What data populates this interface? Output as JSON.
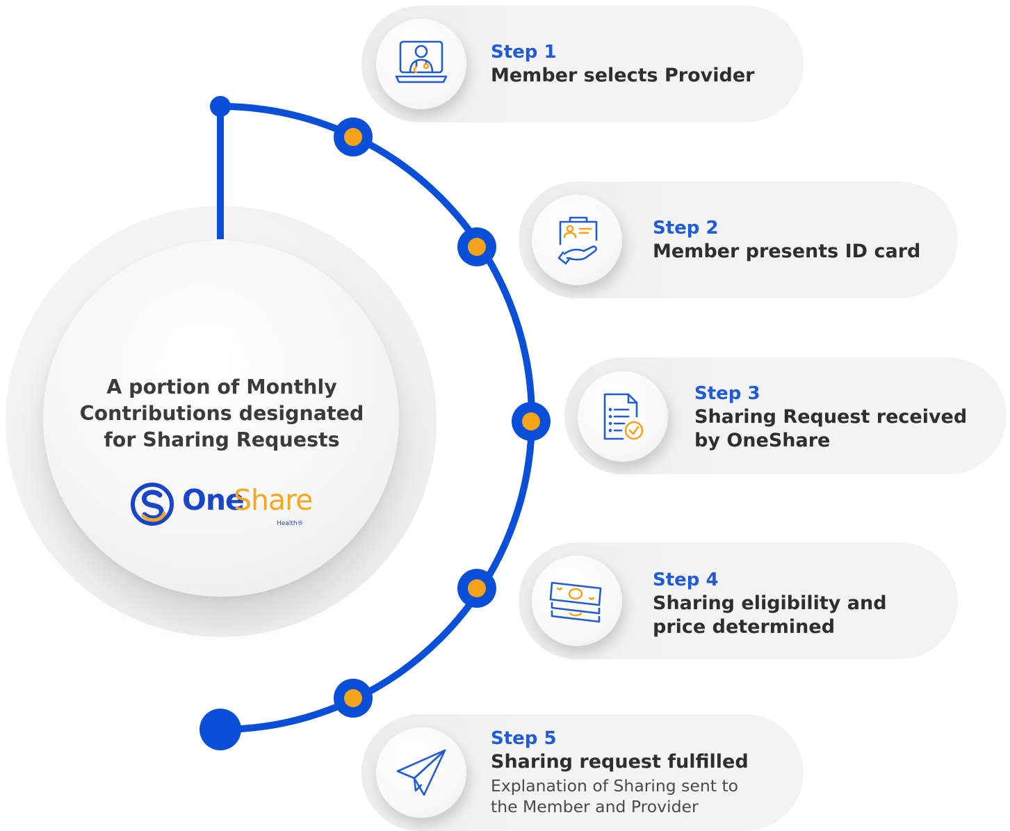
{
  "center": {
    "text": "A portion of Monthly\nContributions designated\nfor Sharing Requests",
    "logo": {
      "part1": "One",
      "part2": "Share",
      "sub": "Health®"
    }
  },
  "steps": [
    {
      "label": "Step 1",
      "title": "Member selects Provider",
      "desc": "",
      "icon": "doctor-laptop-icon"
    },
    {
      "label": "Step 2",
      "title": "Member presents ID card",
      "desc": "",
      "icon": "id-card-hand-icon"
    },
    {
      "label": "Step 3",
      "title": "Sharing Request received\nby OneShare",
      "desc": "",
      "icon": "document-check-icon"
    },
    {
      "label": "Step 4",
      "title": "Sharing eligibility and\nprice determined",
      "desc": "",
      "icon": "money-stack-icon"
    },
    {
      "label": "Step 5",
      "title": "Sharing request fulfilled",
      "desc": "Explanation of Sharing sent to\nthe Member and Provider",
      "icon": "paper-plane-icon"
    }
  ],
  "colors": {
    "blue": "#0a4fd8",
    "orange": "#f5a31a",
    "text": "#2e2e2e",
    "step_label": "#1f5bd6"
  }
}
